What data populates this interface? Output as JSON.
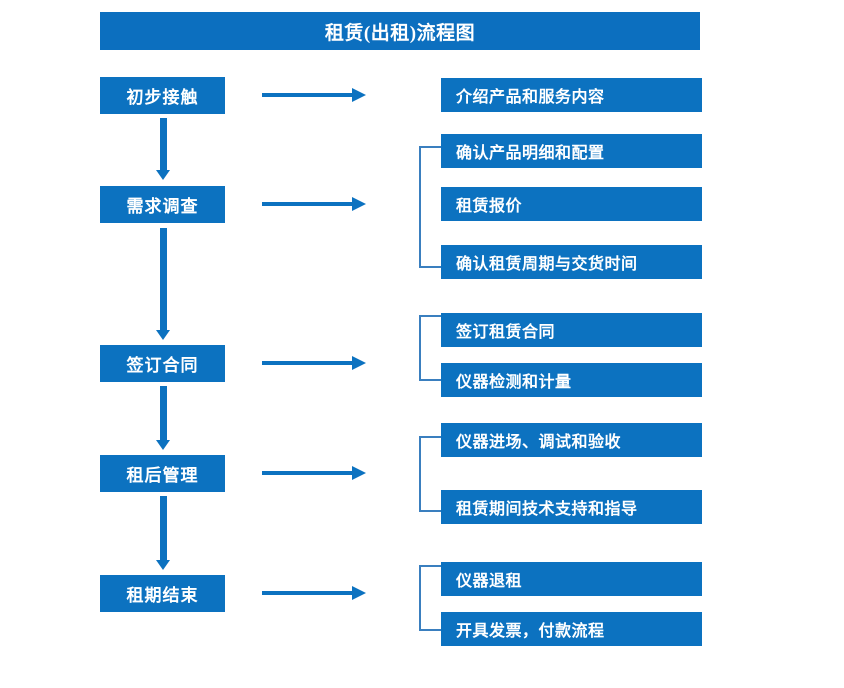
{
  "diagram": {
    "title": "租赁(出租)流程图",
    "colors": {
      "title_banner": "#0c6fbf",
      "box_fill": "#0c72c0",
      "box_text": "#ffffff",
      "arrow": "#0c72c0",
      "bracket": "#3a7fbf",
      "background": "#ffffff"
    },
    "stages": [
      {
        "label": "初步接触"
      },
      {
        "label": "需求调查"
      },
      {
        "label": "签订合同"
      },
      {
        "label": "租后管理"
      },
      {
        "label": "租期结束"
      }
    ],
    "details": [
      {
        "label": "介绍产品和服务内容"
      },
      {
        "label": "确认产品明细和配置"
      },
      {
        "label": "租赁报价"
      },
      {
        "label": "确认租赁周期与交货时间"
      },
      {
        "label": "签订租赁合同"
      },
      {
        "label": "仪器检测和计量"
      },
      {
        "label": "仪器进场、调试和验收"
      },
      {
        "label": "租赁期间技术支持和指导"
      },
      {
        "label": "仪器退租"
      },
      {
        "label": "开具发票，付款流程"
      }
    ]
  }
}
